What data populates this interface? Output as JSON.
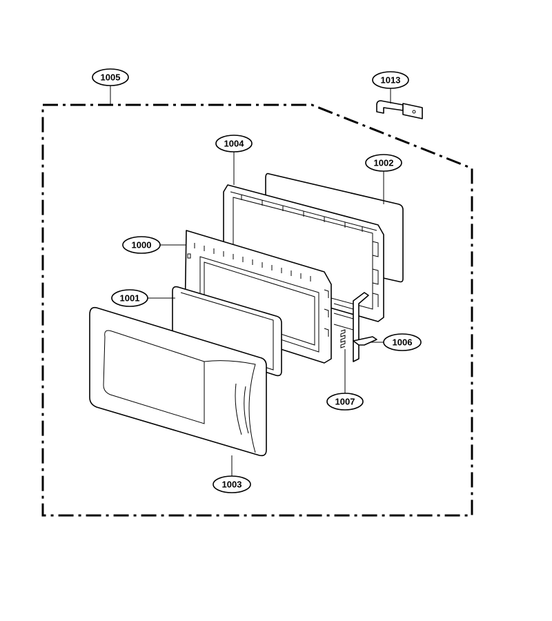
{
  "diagram": {
    "callouts": {
      "c1005": "1005",
      "c1013": "1013",
      "c1004": "1004",
      "c1002": "1002",
      "c1000": "1000",
      "c1001": "1001",
      "c1006": "1006",
      "c1007": "1007",
      "c1003": "1003"
    }
  }
}
